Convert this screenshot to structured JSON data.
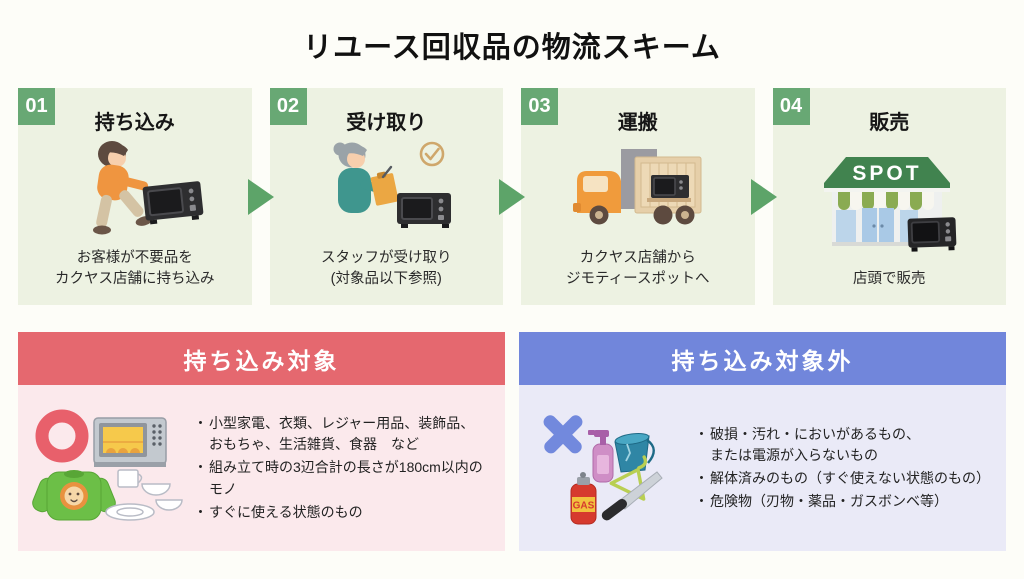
{
  "title": "リユース回収品の物流スキーム",
  "steps": [
    {
      "number": "01",
      "title": "持ち込み",
      "description": "お客様が不要品を\nカクヤス店舗に持ち込み",
      "illustration": "customer-carrying-microwave"
    },
    {
      "number": "02",
      "title": "受け取り",
      "description": "スタッフが受け取り\n(対象品以下参照)",
      "illustration": "staff-receiving-with-clipboard"
    },
    {
      "number": "03",
      "title": "運搬",
      "description": "カクヤス店舗から\nジモティースポットへ",
      "illustration": "delivery-truck-with-microwave"
    },
    {
      "number": "04",
      "title": "販売",
      "description": "店頭で販売",
      "illustration": "spot-storefront-with-microwave",
      "sign_text": "SPOT"
    }
  ],
  "accepted": {
    "header": "持ち込み対象",
    "bullet_char": "・",
    "items": [
      "小型家電、衣類、レジャー用品、装飾品、\nおもちゃ、生活雑貨、食器　など",
      "組み立て時の3辺合計の長さが180cm以内のモノ",
      "すぐに使える状態のもの"
    ],
    "icons": [
      "circle-mark-icon",
      "toaster-oven-icon",
      "sweater-icon",
      "dishes-icon"
    ]
  },
  "not_accepted": {
    "header": "持ち込み対象外",
    "bullet_char": "・",
    "items": [
      "破損・汚れ・においがあるもの、\nまたは電源が入らないもの",
      "解体済みのもの（すぐ使えない状態のもの）",
      "危険物（刃物・薬品・ガスボンベ等）"
    ],
    "icons": [
      "cross-mark-icon",
      "pump-bottle-icon",
      "bucket-icon",
      "hanger-icon",
      "gas-can-icon",
      "knife-icon"
    ],
    "gas_can_label": "GAS"
  },
  "colors": {
    "step_card_bg": "#edf2e2",
    "step_badge_green": "#68a874",
    "arrow_green": "#5da469",
    "accepted_header_bg": "#e5686f",
    "accepted_body_bg": "#fbe9ec",
    "accepted_mark_red": "#e8606b",
    "not_accepted_header_bg": "#7186db",
    "not_accepted_body_bg": "#eaeaf7",
    "not_accepted_mark_blue": "#7289dd",
    "store_roof_green": "#41834f",
    "truck_cab_orange": "#f09b3c"
  }
}
